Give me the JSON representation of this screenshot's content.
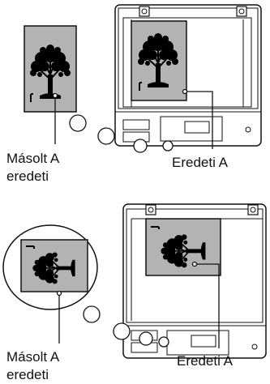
{
  "top_panel": {
    "copy_label_line1": "Másolt A",
    "copy_label_line2": "eredeti",
    "original_label": "Eredeti A"
  },
  "bottom_panel": {
    "copy_label_line1": "Másolt A",
    "copy_label_line2": "eredeti",
    "original_label": "Eredeti A"
  },
  "colors": {
    "paper_gray": "#b3b3b3",
    "line": "#111111",
    "tree": "#000000"
  }
}
